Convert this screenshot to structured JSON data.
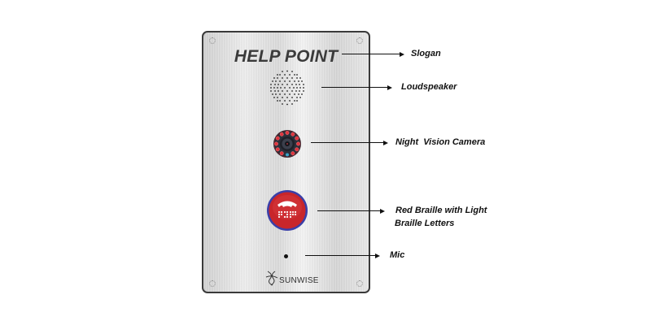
{
  "panel": {
    "slogan": "HELP POINT",
    "brand": "SUNWISE",
    "components": {
      "speaker": "loudspeaker-grille",
      "camera": "night-vision-camera",
      "button": "red-braille-call-button",
      "mic": "microphone-hole"
    },
    "colors": {
      "panel_border": "#3a3a3a",
      "button_red": "#c8262b",
      "button_ring": "#3a3fa8",
      "camera_led": "#e0333c",
      "text": "#111111"
    }
  },
  "callouts": [
    {
      "id": "slogan",
      "label": "Slogan"
    },
    {
      "id": "loudspeaker",
      "label": "Loudspeaker"
    },
    {
      "id": "camera",
      "label": "Night  Vision Camera"
    },
    {
      "id": "button",
      "label_line1": "Red Braille with Light",
      "label_line2": "Braille Letters"
    },
    {
      "id": "mic",
      "label": "Mic"
    }
  ]
}
